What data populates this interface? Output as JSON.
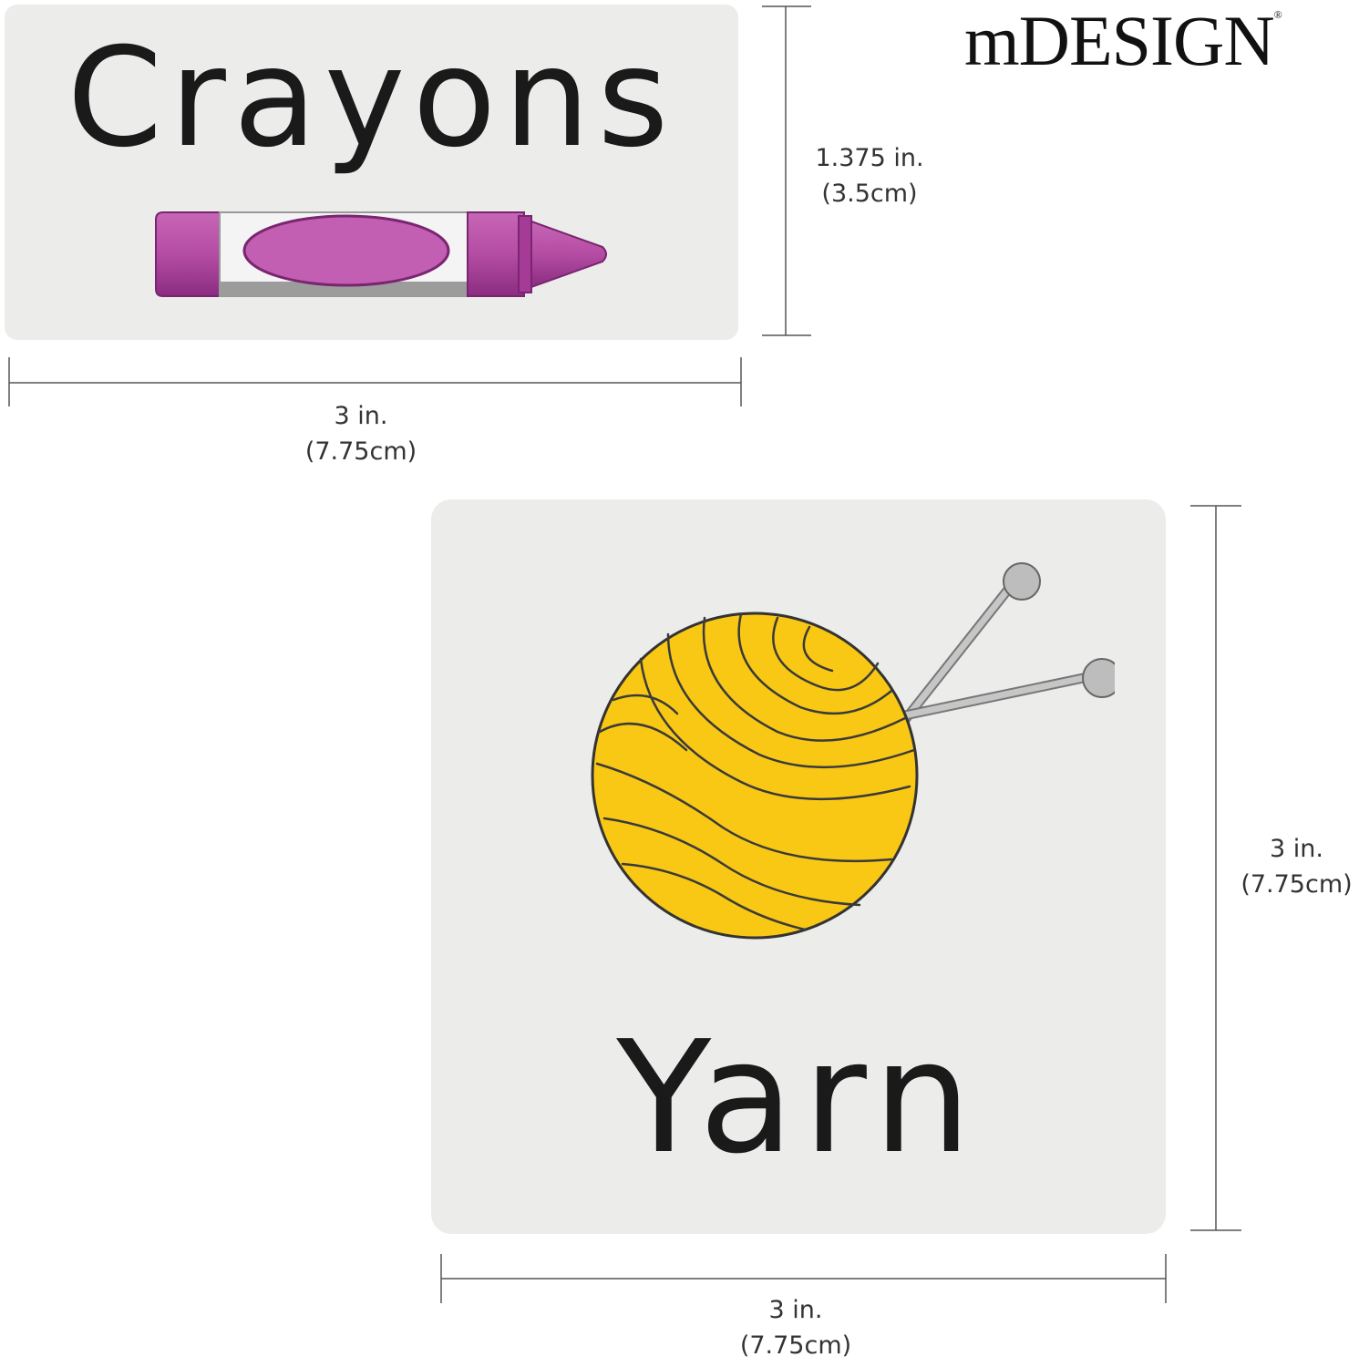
{
  "brand": {
    "name": "mDESIGN",
    "mark": "®"
  },
  "labels": [
    {
      "text": "Crayons",
      "icon": "crayon-icon",
      "width_label": "3 in.",
      "width_metric": "(7.75cm)",
      "height_label": "1.375 in.",
      "height_metric": "(3.5cm)"
    },
    {
      "text": "Yarn",
      "icon": "yarn-ball-icon",
      "width_label": "3 in.",
      "width_metric": "(7.75cm)",
      "height_label": "3 in.",
      "height_metric": "(7.75cm)"
    }
  ],
  "colors": {
    "label_bg": "#ececeb",
    "crayon": "#b34aa3",
    "yarn": "#f7c812",
    "needle": "#b8b8b8"
  }
}
